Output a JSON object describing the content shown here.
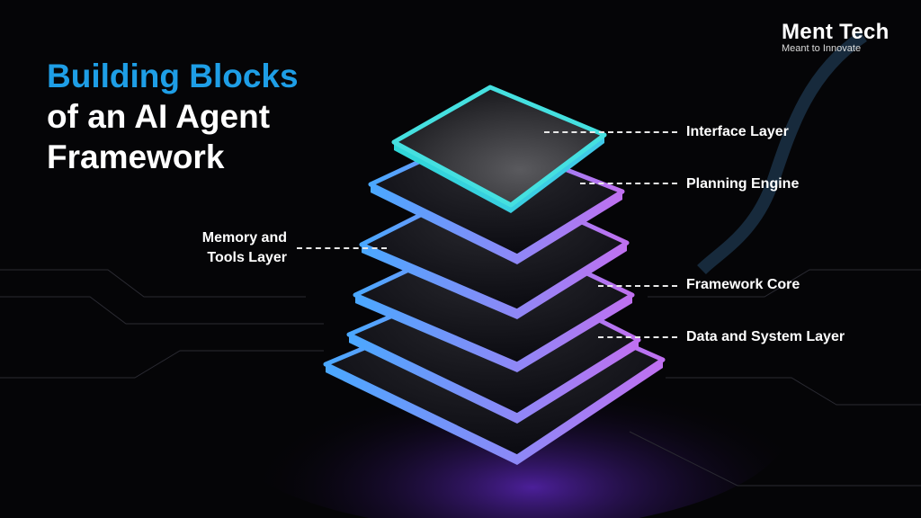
{
  "title": {
    "line1": "Building Blocks",
    "line2": "of an AI Agent",
    "line3": "Framework"
  },
  "logo": {
    "name": "Ment Tech",
    "tagline": "Meant to Innovate"
  },
  "layers": [
    {
      "label": "Interface Layer"
    },
    {
      "label": "Planning Engine"
    },
    {
      "label_line1": "Memory and",
      "label_line2": "Tools Layer"
    },
    {
      "label": "Framework Core"
    },
    {
      "label": "Data and System Layer"
    }
  ],
  "colors": {
    "accent": "#1e9ee6",
    "cyan": "#2fd6de",
    "purple": "#a45cf0"
  }
}
